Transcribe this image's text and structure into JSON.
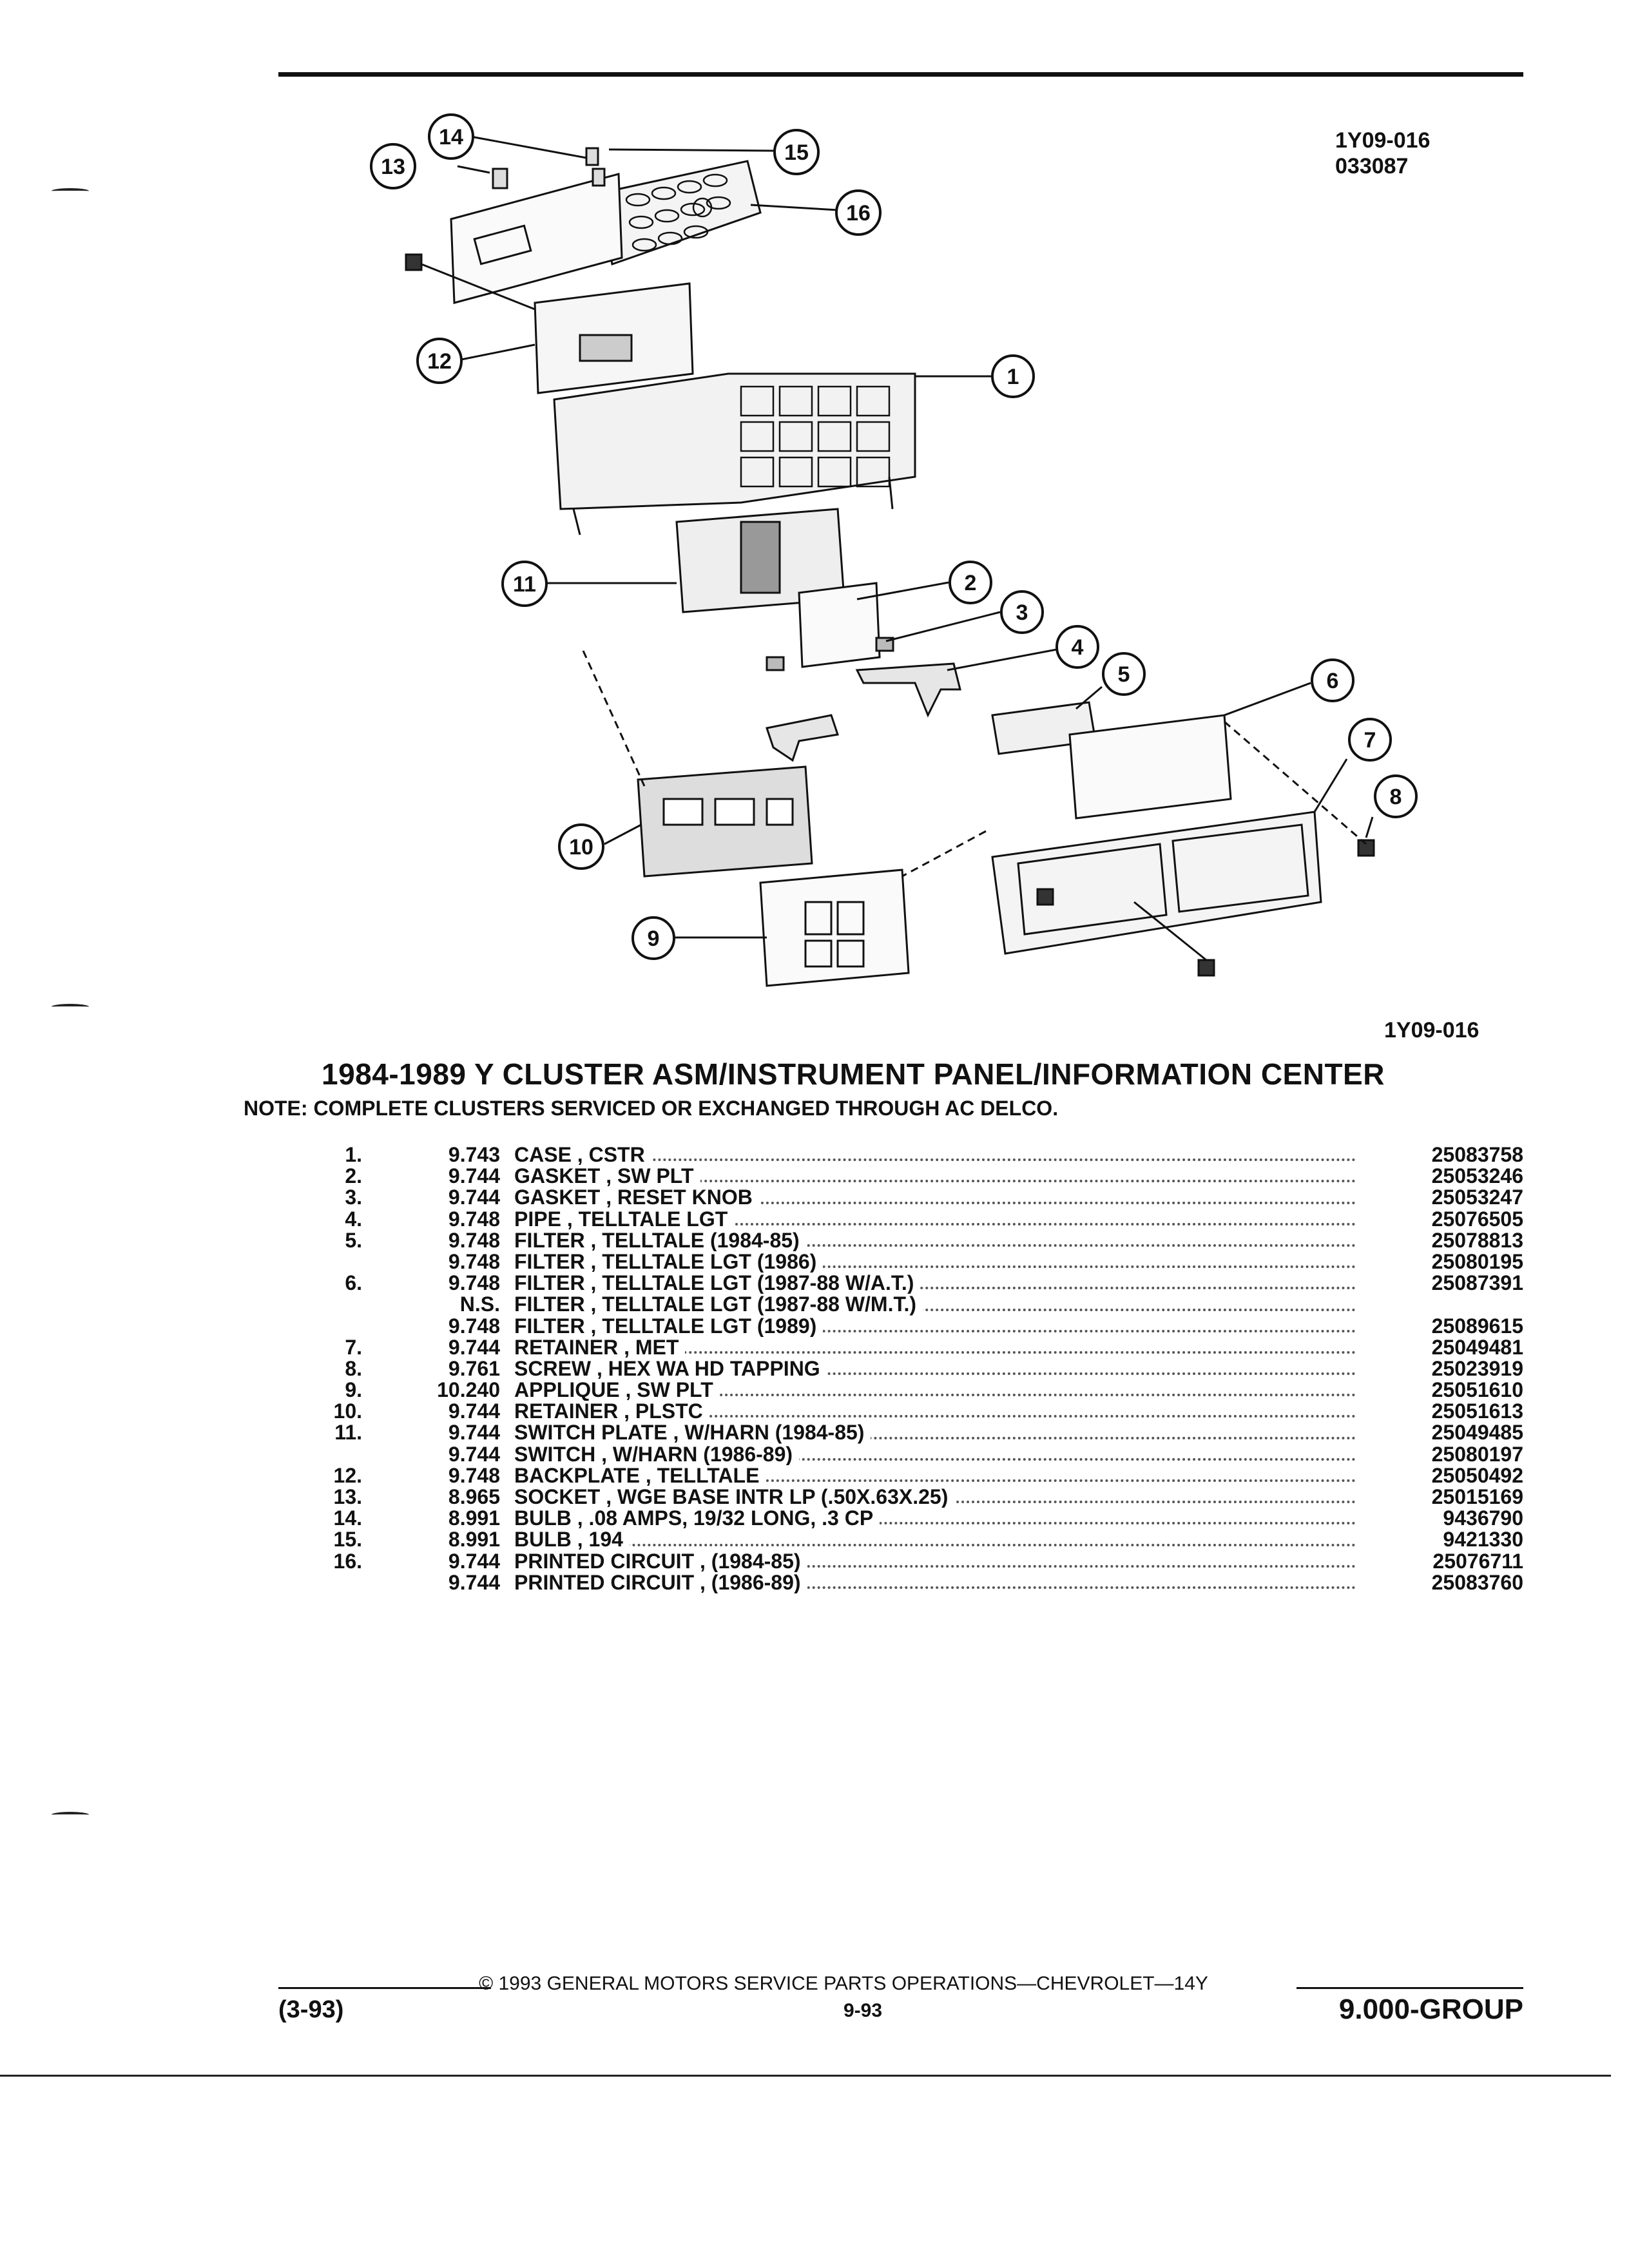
{
  "header": {
    "code_1": "1Y09-016",
    "code_2": "033087"
  },
  "diagram": {
    "code": "1Y09-016",
    "callouts": [
      "1",
      "2",
      "3",
      "4",
      "5",
      "6",
      "7",
      "8",
      "9",
      "10",
      "11",
      "12",
      "13",
      "14",
      "15",
      "16"
    ]
  },
  "title": "1984-1989 Y CLUSTER ASM/INSTRUMENT PANEL/INFORMATION CENTER",
  "note": "NOTE:  COMPLETE CLUSTERS SERVICED OR EXCHANGED THROUGH AC DELCO.",
  "parts": [
    {
      "no": "1.",
      "group": "9.743",
      "desc": "CASE , CSTR",
      "pn": "25083758"
    },
    {
      "no": "2.",
      "group": "9.744",
      "desc": "GASKET , SW PLT",
      "pn": "25053246"
    },
    {
      "no": "3.",
      "group": "9.744",
      "desc": "GASKET , RESET KNOB",
      "pn": "25053247"
    },
    {
      "no": "4.",
      "group": "9.748",
      "desc": "PIPE , TELLTALE LGT",
      "pn": "25076505"
    },
    {
      "no": "5.",
      "group": "9.748",
      "desc": "FILTER , TELLTALE (1984-85)",
      "pn": "25078813"
    },
    {
      "no": "",
      "group": "9.748",
      "desc": "FILTER , TELLTALE LGT (1986)",
      "pn": "25080195"
    },
    {
      "no": "6.",
      "group": "9.748",
      "desc": "FILTER , TELLTALE LGT (1987-88 W/A.T.)",
      "pn": "25087391"
    },
    {
      "no": "",
      "group": "N.S.",
      "desc": "FILTER , TELLTALE LGT (1987-88 W/M.T.)",
      "pn": ""
    },
    {
      "no": "",
      "group": "9.748",
      "desc": "FILTER , TELLTALE LGT (1989)",
      "pn": "25089615"
    },
    {
      "no": "7.",
      "group": "9.744",
      "desc": "RETAINER , MET",
      "pn": "25049481"
    },
    {
      "no": "8.",
      "group": "9.761",
      "desc": "SCREW , HEX WA HD TAPPING",
      "pn": "25023919"
    },
    {
      "no": "9.",
      "group": "10.240",
      "desc": "APPLIQUE , SW PLT",
      "pn": "25051610"
    },
    {
      "no": "10.",
      "group": "9.744",
      "desc": "RETAINER , PLSTC",
      "pn": "25051613"
    },
    {
      "no": "11.",
      "group": "9.744",
      "desc": "SWITCH PLATE , W/HARN (1984-85)",
      "pn": "25049485"
    },
    {
      "no": "",
      "group": "9.744",
      "desc": "SWITCH , W/HARN (1986-89)",
      "pn": "25080197"
    },
    {
      "no": "12.",
      "group": "9.748",
      "desc": "BACKPLATE , TELLTALE",
      "pn": "25050492"
    },
    {
      "no": "13.",
      "group": "8.965",
      "desc": "SOCKET , WGE BASE INTR LP (.50X.63X.25)",
      "pn": "25015169"
    },
    {
      "no": "14.",
      "group": "8.991",
      "desc": "BULB , .08 AMPS, 19/32 LONG, .3 CP",
      "pn": "9436790"
    },
    {
      "no": "15.",
      "group": "8.991",
      "desc": "BULB , 194",
      "pn": "9421330"
    },
    {
      "no": "16.",
      "group": "9.744",
      "desc": "PRINTED CIRCUIT , (1984-85)",
      "pn": "25076711"
    },
    {
      "no": "",
      "group": "9.744",
      "desc": "PRINTED CIRCUIT , (1986-89)",
      "pn": "25083760"
    }
  ],
  "footer": {
    "copyright": "©  1993  GENERAL MOTORS SERVICE PARTS OPERATIONS—CHEVROLET—14Y",
    "date": "(3-93)",
    "page": "9-93",
    "group": "9.000-GROUP"
  }
}
